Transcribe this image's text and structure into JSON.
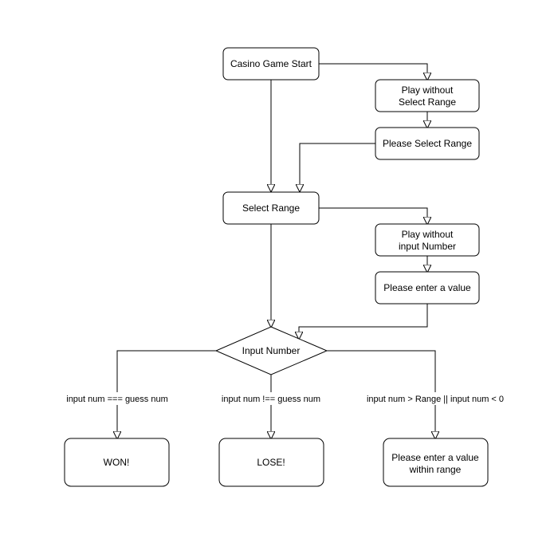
{
  "diagram": {
    "nodes": {
      "start": "Casino Game Start",
      "play_without_range_l1": "Play without",
      "play_without_range_l2": "Select Range",
      "please_select_range": "Please Select Range",
      "select_range": "Select Range",
      "play_without_input_l1": "Play without",
      "play_without_input_l2": "input Number",
      "please_enter_value": "Please enter a value",
      "input_number": "Input Number",
      "won": "WON!",
      "lose": "LOSE!",
      "enter_within_range_l1": "Please enter a value",
      "enter_within_range_l2": "within range"
    },
    "edges": {
      "equal": "input num === guess num",
      "not_equal": "input num !== guess num",
      "out_of_range": "input num > Range || input num < 0"
    }
  }
}
